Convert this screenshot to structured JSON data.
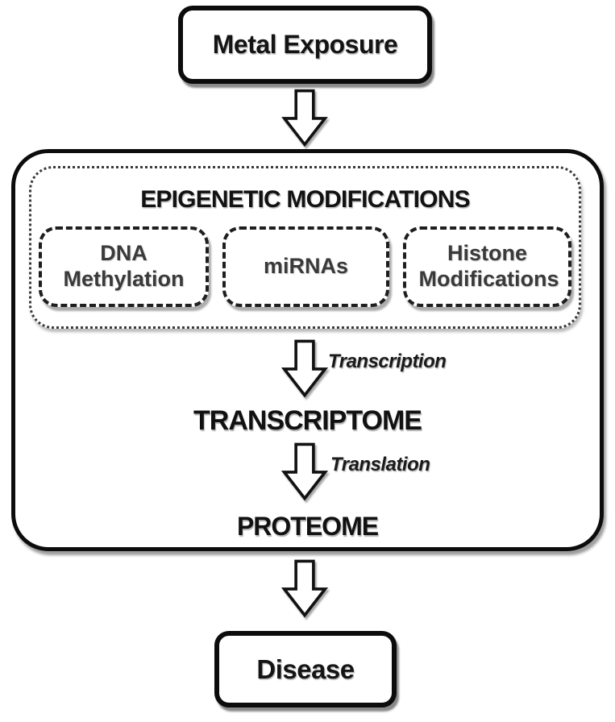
{
  "colors": {
    "line": "#0c0c0c",
    "text_dark": "#141414",
    "text_gray": "#3a3a3a",
    "background": "#ffffff"
  },
  "top_box": {
    "label": "Metal Exposure"
  },
  "epigenetics": {
    "title": "EPIGENETIC MODIFICATIONS",
    "items": [
      {
        "label": "DNA Methylation"
      },
      {
        "label": "miRNAs"
      },
      {
        "label": "Histone Modifications"
      }
    ]
  },
  "flow": {
    "transcription_label": "Transcription",
    "transcriptome": "TRANSCRIPTOME",
    "translation_label": "Translation",
    "proteome": "PROTEOME"
  },
  "bottom_box": {
    "label": "Disease"
  }
}
